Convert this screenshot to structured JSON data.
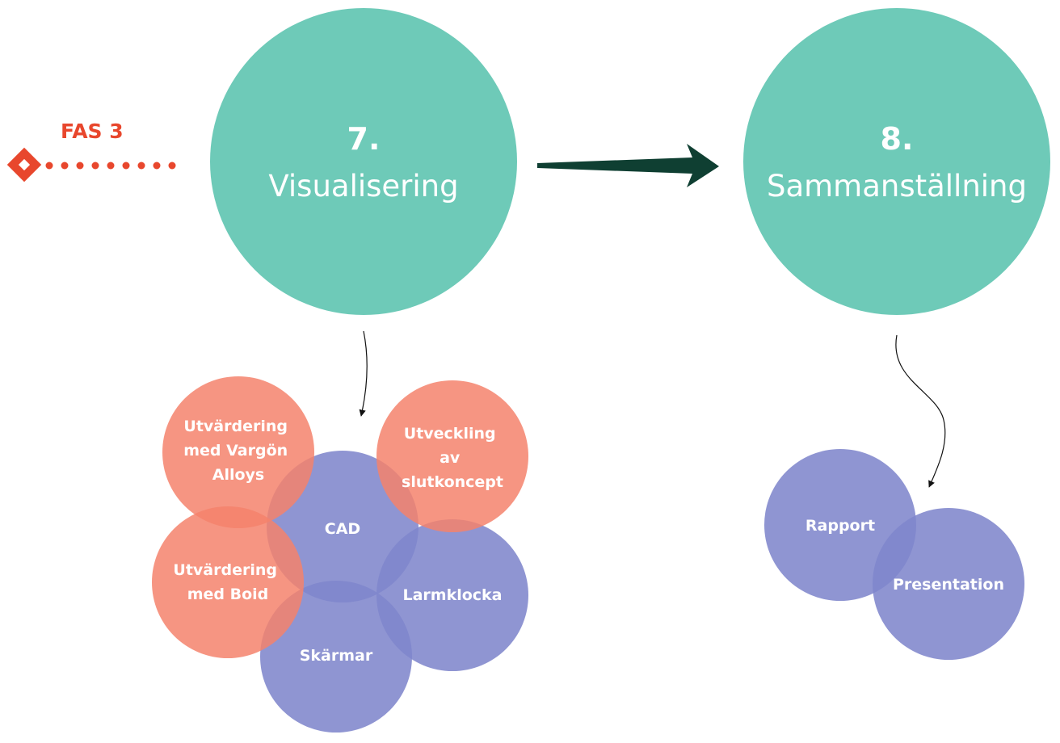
{
  "colors": {
    "teal": "#6ecab8",
    "coral": "#f4826c",
    "blue": "#7f86cc",
    "phase": "#e8472d",
    "arrow": "#0f3f32",
    "connector": "#111111"
  },
  "phase": {
    "label": "FAS 3",
    "icon": "diamond-icon"
  },
  "steps": [
    {
      "number": "7.",
      "name": "Visualisering"
    },
    {
      "number": "8.",
      "name": "Sammanställning"
    }
  ],
  "step7_activities": {
    "vargon": [
      "Utvärdering",
      "med Vargön",
      "Alloys"
    ],
    "slutkoncept": [
      "Utveckling",
      "av",
      "slutkoncept"
    ],
    "cad": "CAD",
    "boid": [
      "Utvärdering",
      "med Boid"
    ],
    "larmklocka": "Larmklocka",
    "skarmar": "Skärmar"
  },
  "step8_activities": {
    "rapport": "Rapport",
    "presentation": "Presentation"
  }
}
